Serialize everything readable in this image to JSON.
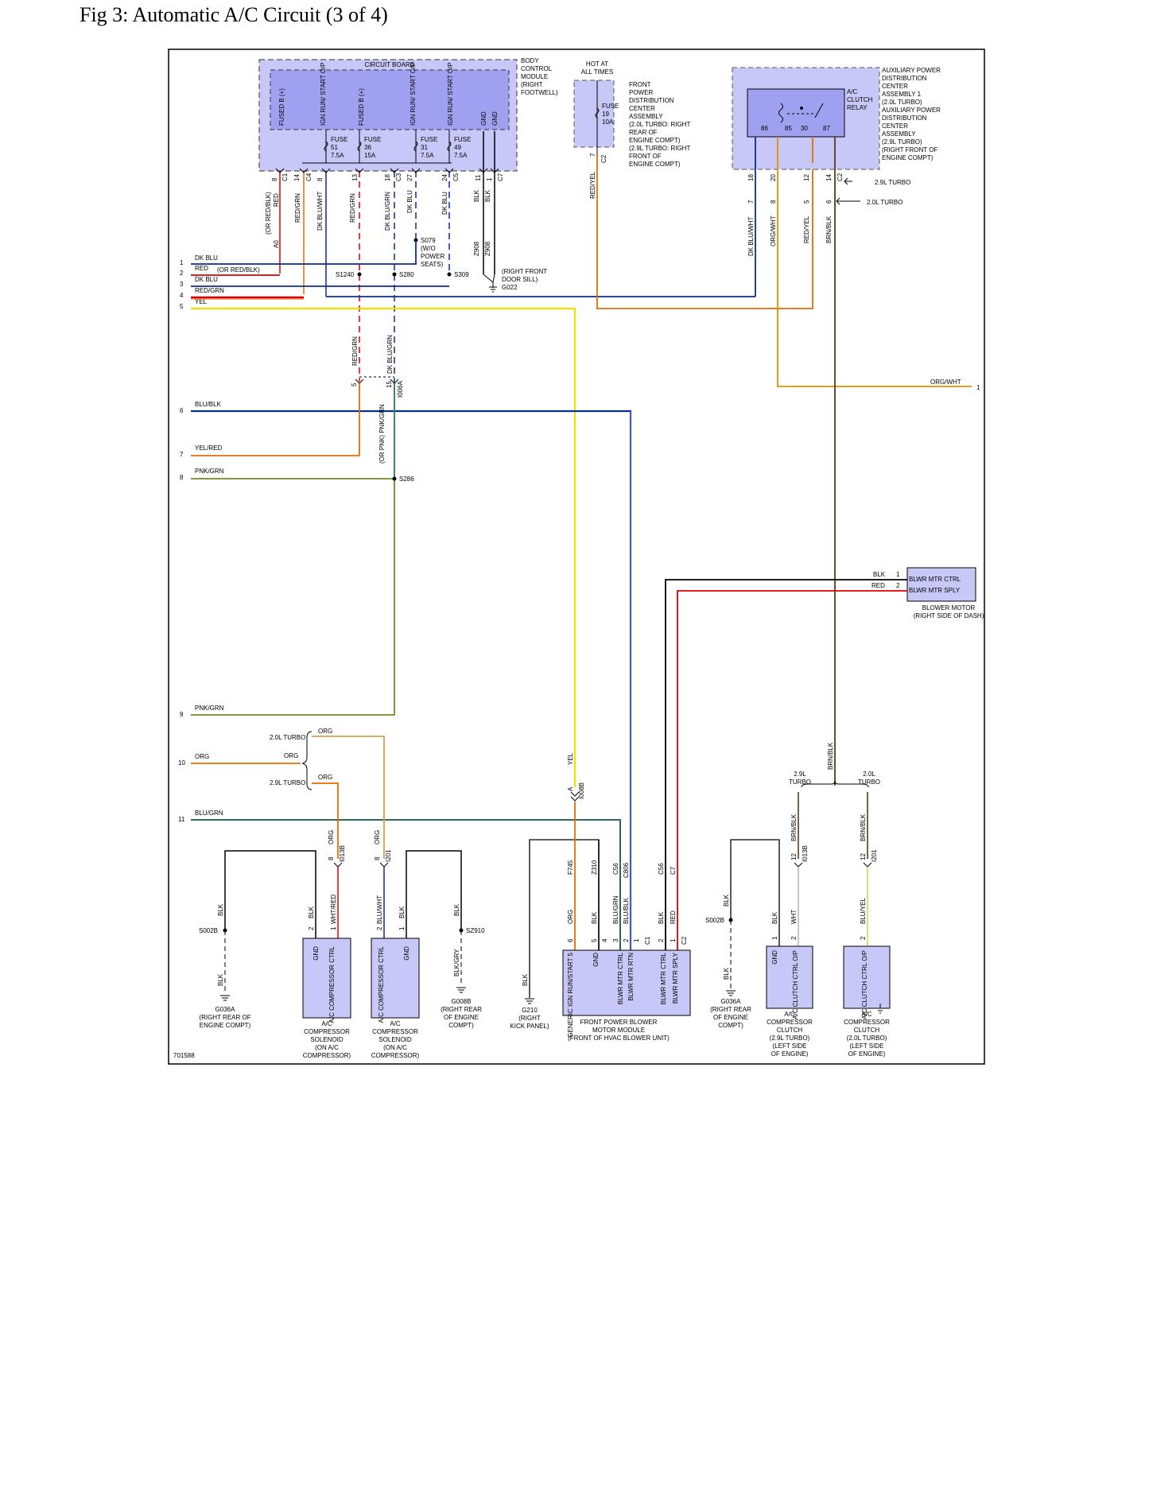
{
  "title": "Fig 3: Automatic A/C Circuit (3 of 4)",
  "figure_id": "701588",
  "colors": {
    "module_fill": "#c8c8f8",
    "board_fill": "#a0a0f0",
    "red": "#e00000",
    "blue": "#0b2d8c",
    "orange": "#e07000",
    "yellow": "#f0e000",
    "green": "#2e8b57",
    "olive": "#6b8e23",
    "brown": "#5a3a1a",
    "teal": "#1f4e4e"
  },
  "bcm": {
    "board_label": "CIRCUIT BOARD",
    "module_label": [
      "BODY",
      "CONTROL",
      "MODULE",
      "(RIGHT",
      "FOOTWELL)"
    ],
    "pins": [
      {
        "label": "FUSED B (+)",
        "num": "8",
        "conn": "C1",
        "wire": "RED",
        "alt": "(OR RED/BLK)",
        "cav": "A0"
      },
      {
        "label": "",
        "num": "14",
        "conn": "C4",
        "wire": "RED/GRN"
      },
      {
        "label": "IGN RUN/ START O/P",
        "num": "8",
        "conn": "",
        "wire": "DK BLU/WHT"
      },
      {
        "label": "FUSED B (+)",
        "num": "13",
        "conn": "",
        "wire": "RED/GRN"
      },
      {
        "label": "",
        "num": "18",
        "conn": "C3",
        "wire": "DK BLU/GRN"
      },
      {
        "label": "IGN RUN/ START O/P",
        "num": "27",
        "conn": "",
        "wire": "DK BLU"
      },
      {
        "label": "IGN RUN/ START O/P",
        "num": "24",
        "conn": "C5",
        "wire": "DK BLU"
      },
      {
        "label": "GND",
        "num": "11",
        "conn": "",
        "wire": "BLK",
        "cav": "Z908"
      },
      {
        "label": "GND",
        "num": "1",
        "conn": "C7",
        "wire": "BLK",
        "cav": "Z908"
      }
    ],
    "fuses": [
      {
        "name": "FUSE",
        "num": "51",
        "amp": "7.5A"
      },
      {
        "name": "FUSE",
        "num": "36",
        "amp": "15A"
      },
      {
        "name": "FUSE",
        "num": "31",
        "amp": "7.5A"
      },
      {
        "name": "FUSE",
        "num": "49",
        "amp": "7.5A"
      }
    ]
  },
  "fpdc": {
    "hot": [
      "HOT AT",
      "ALL TIMES"
    ],
    "fuse": [
      "FUSE",
      "19",
      "10A"
    ],
    "label": [
      "FRONT",
      "POWER",
      "DISTRIBUTION",
      "CENTER",
      "ASSEMBLY",
      "(2.0L TURBO: RIGHT",
      "REAR OF",
      "ENGINE COMPT)",
      "(2.9L TURBO: RIGHT",
      "FRONT OF",
      "ENGINE COMPT)"
    ],
    "pin": "7",
    "conn": "C2",
    "wire": "RED/YEL"
  },
  "apdc": {
    "relay": [
      "A/C",
      "CLUTCH",
      "RELAY"
    ],
    "relay_pins": [
      "86",
      "85",
      "30",
      "87"
    ],
    "label": [
      "AUXILIARY POWER",
      "DISTRIBUTION",
      "CENTER",
      "ASSEMBLY 1",
      "(2.0L TURBO)",
      "AUXILIARY POWER",
      "DISTRIBUTION",
      "CENTER",
      "ASSEMBLY",
      "(2.9L TURBO)",
      "(RIGHT FRONT OF",
      "ENGINE COMPT)"
    ],
    "pins_a": [
      "18",
      "20",
      "12",
      "14"
    ],
    "pins_b": [
      "7",
      "8",
      "5",
      "6"
    ],
    "conn": "C2",
    "wires": [
      "DK BLU/WHT",
      "ORG/WHT",
      "RED/YEL",
      "BRN/BLK"
    ],
    "turbo29": "2.9L TURBO",
    "turbo20": "2.0L TURBO"
  },
  "splices": {
    "s079": [
      "S079",
      "(W/O",
      "POWER",
      "SEATS)"
    ],
    "s1240": "S1240",
    "s280": "S280",
    "s309": "S309",
    "s286": "S286",
    "g022": [
      "(RIGHT FRONT",
      "DOOR SILL)",
      "G022"
    ],
    "sz910": "SZ910",
    "s002b_l": "S002B",
    "s002b_r": "S002B"
  },
  "offpage": [
    {
      "num": "1",
      "wire": "DK BLU"
    },
    {
      "num": "2",
      "wire": "RED",
      "alt": "(OR RED/BLK)"
    },
    {
      "num": "3",
      "wire": "DK BLU"
    },
    {
      "num": "4",
      "wire": "RED/GRN"
    },
    {
      "num": "5",
      "wire": "YEL"
    },
    {
      "num": "6",
      "wire": "BLU/BLK"
    },
    {
      "num": "7",
      "wire": "YEL/RED"
    },
    {
      "num": "8",
      "wire": "PNK/GRN"
    },
    {
      "num": "9",
      "wire": "PNK/GRN"
    },
    {
      "num": "10",
      "wire": "ORG"
    },
    {
      "num": "11",
      "wire": "BLU/GRN"
    }
  ],
  "right_out": {
    "num": "1",
    "wire": "ORG/WHT"
  },
  "mid_conn": {
    "redgrn": "RED/GRN",
    "dkblugrn": "DK BLU/GRN",
    "pin5": "5",
    "pin15": "15",
    "conn": "I006A",
    "pnkgrn": "(OR PNK) PNK/GRN"
  },
  "turbo_branch": {
    "t20": "2.0L TURBO",
    "t29": "2.9L TURBO",
    "org": "ORG"
  },
  "blower_motor": {
    "pins": [
      {
        "num": "1",
        "label": "BLWR MTR CTRL",
        "wire": "BLK"
      },
      {
        "num": "2",
        "label": "BLWR MTR SPLY",
        "wire": "RED"
      }
    ],
    "label": [
      "BLOWER MOTOR",
      "(RIGHT SIDE OF DASH)"
    ]
  },
  "blower_module": {
    "pins": [
      {
        "label": "GENERIC IGN RUN/START 5",
        "num": "6",
        "wire": "ORG",
        "cav": "F745"
      },
      {
        "label": "GND",
        "num": "5",
        "wire": "BLK",
        "cav": "Z310"
      },
      {
        "label": "BLWR MTR CTRL",
        "num": "4",
        "wire": "BLU/GRN",
        "cav": "C56"
      },
      {
        "label": "BLWR MTR RTN",
        "num": "3",
        "wire": "BLU/BLK",
        "cav": "C806"
      },
      {
        "label": "",
        "num": "2",
        "wire": "",
        "cav": ""
      },
      {
        "label": "BLWR MTR CTRL",
        "num": "2",
        "wire": "BLK",
        "cav": "C56"
      },
      {
        "label": "BLWR MTR SPLY",
        "num": "1",
        "wire": "RED",
        "cav": "C7"
      }
    ],
    "conn1": "C1",
    "conn2": "C2",
    "label": [
      "FRONT POWER BLOWER",
      "MOTOR MODULE",
      "(FRONT OF HVAC BLOWER UNIT)"
    ],
    "yel_conn": "I008B",
    "yel_pin": "A",
    "yel": "YEL"
  },
  "solenoid1": {
    "pins": [
      {
        "label": "GND",
        "num": "2",
        "wire": "BLK"
      },
      {
        "label": "A/C COMPRESSOR CTRL",
        "num": "1",
        "wire": "WHT/RED"
      }
    ],
    "conn": "I013B",
    "cpin": "8",
    "cwire": "ORG",
    "label": [
      "A/C",
      "COMPRESSOR",
      "SOLENOID",
      "(ON A/C",
      "COMPRESSOR)"
    ]
  },
  "solenoid2": {
    "pins": [
      {
        "label": "A/C COMPRESSOR CTRL",
        "num": "2",
        "wire": "BLU/WHT"
      },
      {
        "label": "GND",
        "num": "1",
        "wire": "BLK"
      }
    ],
    "conn": "I201",
    "cpin": "8",
    "cwire": "ORG",
    "label": [
      "A/C",
      "COMPRESSOR",
      "SOLENOID",
      "(ON A/C",
      "COMPRESSOR)"
    ]
  },
  "grounds": {
    "g036a_l": [
      "G036A",
      "(RIGHT REAR OF",
      "ENGINE COMPT)"
    ],
    "g008b": [
      "G008B",
      "(RIGHT REAR",
      "OF ENGINE",
      "COMPT)"
    ],
    "g210": [
      "G210",
      "(RIGHT",
      "KICK PANEL)"
    ],
    "g036a_r": [
      "G036A",
      "(RIGHT REAR",
      "OF ENGINE",
      "COMPT)"
    ],
    "blk": "BLK",
    "blkgry": "BLK/GRY"
  },
  "clutch1": {
    "pins": [
      {
        "label": "GND",
        "num": "1",
        "wire": "BLK"
      },
      {
        "label": "A/C CLUTCH CTRL O/P",
        "num": "2",
        "wire": "WHT"
      }
    ],
    "conn": "I013B",
    "cpin": "12",
    "cwire": "BRN/BLK",
    "label": [
      "A/C",
      "COMPRESSOR",
      "CLUTCH",
      "(2.9L TURBO)",
      "(LEFT SIDE",
      "OF ENGINE)"
    ],
    "turbo": [
      "2.9L",
      "TURBO"
    ]
  },
  "clutch2": {
    "pins": [
      {
        "label": "A/C CLUTCH CTRL O/P",
        "num": "2",
        "wire": "BLU/YEL"
      }
    ],
    "conn": "I201",
    "cpin": "12",
    "cwire": "BRN/BLK",
    "label": [
      "A/C",
      "COMPRESSOR",
      "CLUTCH",
      "(2.0L TURBO)",
      "(LEFT SIDE",
      "OF ENGINE)"
    ],
    "turbo": [
      "2.0L",
      "TURBO"
    ]
  },
  "brnblk": "BRN/BLK"
}
